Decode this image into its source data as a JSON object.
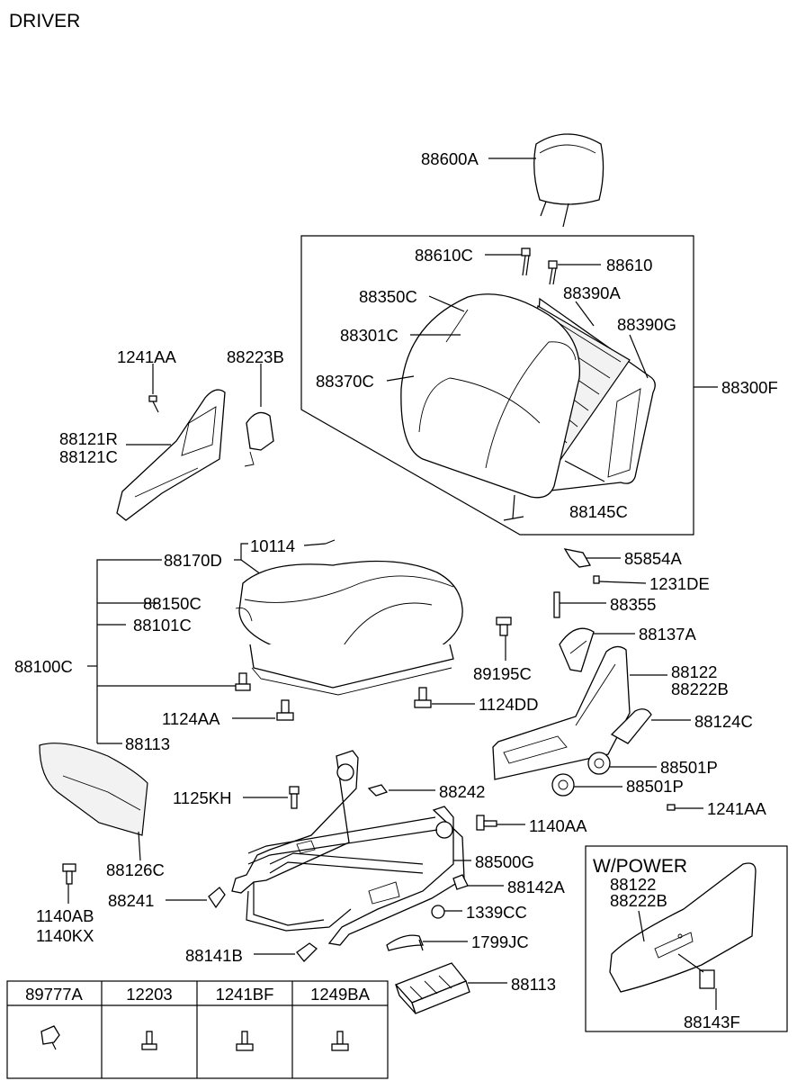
{
  "title": "DRIVER",
  "labels": {
    "p88600A": "88600A",
    "p88610C": "88610C",
    "p88610": "88610",
    "p88350C": "88350C",
    "p88390A": "88390A",
    "p88390G": "88390G",
    "p88301C": "88301C",
    "p88370C": "88370C",
    "p88300F": "88300F",
    "p88145C": "88145C",
    "p1241AA_top": "1241AA",
    "p88223B": "88223B",
    "p88121R": "88121R",
    "p88121C": "88121C",
    "p10114": "10114",
    "p88170D": "88170D",
    "p85854A": "85854A",
    "p1231DE": "1231DE",
    "p88355": "88355",
    "p88150C": "88150C",
    "p88101C": "88101C",
    "p89195C": "89195C",
    "p88137A": "88137A",
    "p88100C": "88100C",
    "p88122": "88122",
    "p88222B": "88222B",
    "p1124DD": "1124DD",
    "p1124AA": "1124AA",
    "p88124C": "88124C",
    "p88113_top": "88113",
    "p88501P_a": "88501P",
    "p88501P_b": "88501P",
    "p1125KH": "1125KH",
    "p88242": "88242",
    "p1241AA_right": "1241AA",
    "p1140AA": "1140AA",
    "p88126C": "88126C",
    "p88500G": "88500G",
    "p1140AB": "1140AB",
    "p1140KX": "1140KX",
    "p88241": "88241",
    "p88142A": "88142A",
    "p1339CC": "1339CC",
    "p88141B": "88141B",
    "p1799JC": "1799JC",
    "p88113_bottom": "88113",
    "p88143F": "88143F"
  },
  "power_box": {
    "title": "W/POWER",
    "label_88122": "88122",
    "label_88222B": "88222B",
    "label_88143F": "88143F"
  },
  "fastener_table": {
    "headers": [
      "89777A",
      "12203",
      "1241BF",
      "1249BA"
    ]
  }
}
